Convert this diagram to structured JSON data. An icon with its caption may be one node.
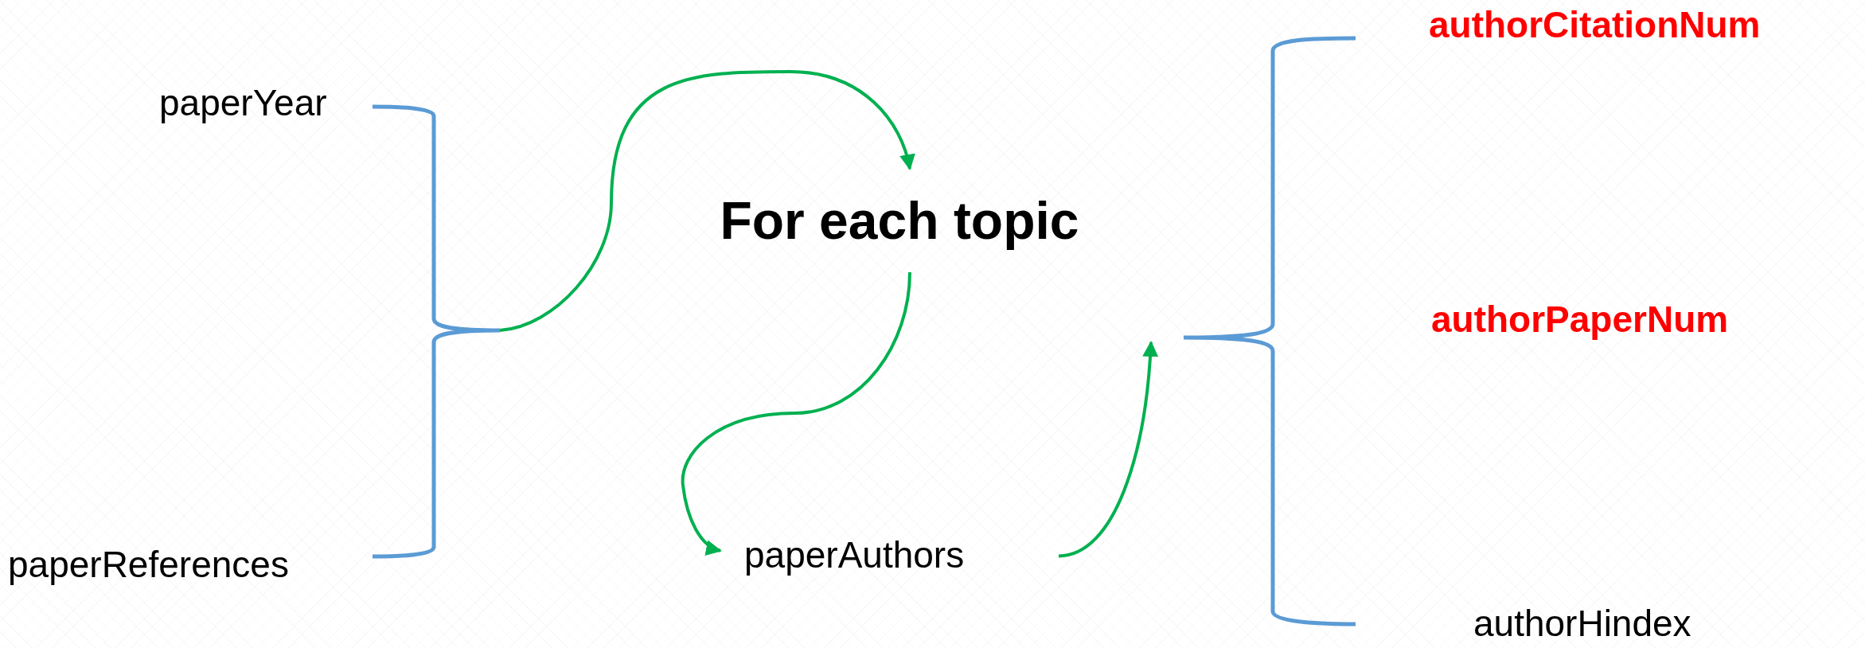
{
  "diagram": {
    "nodes": [
      {
        "text": [
          "paperYear"
        ]
      },
      {
        "text": [
          "paperReferences"
        ]
      },
      {
        "text": [],
        "shape": "brace"
      },
      {
        "text": [
          "For each topic"
        ]
      },
      {
        "text": [
          "paperAuthors"
        ]
      },
      {
        "text": [],
        "shape": "brace"
      },
      {
        "text": [
          "authorCitationNum"
        ]
      },
      {
        "text": [
          "authorPaperNum"
        ]
      },
      {
        "text": [
          "authorHindex"
        ]
      }
    ],
    "edges": [
      {
        "from": 2,
        "to": 3,
        "arrow": "to"
      },
      {
        "from": 3,
        "to": 4,
        "arrow": "to"
      },
      {
        "from": 4,
        "to": 5,
        "arrow": "to"
      }
    ]
  }
}
